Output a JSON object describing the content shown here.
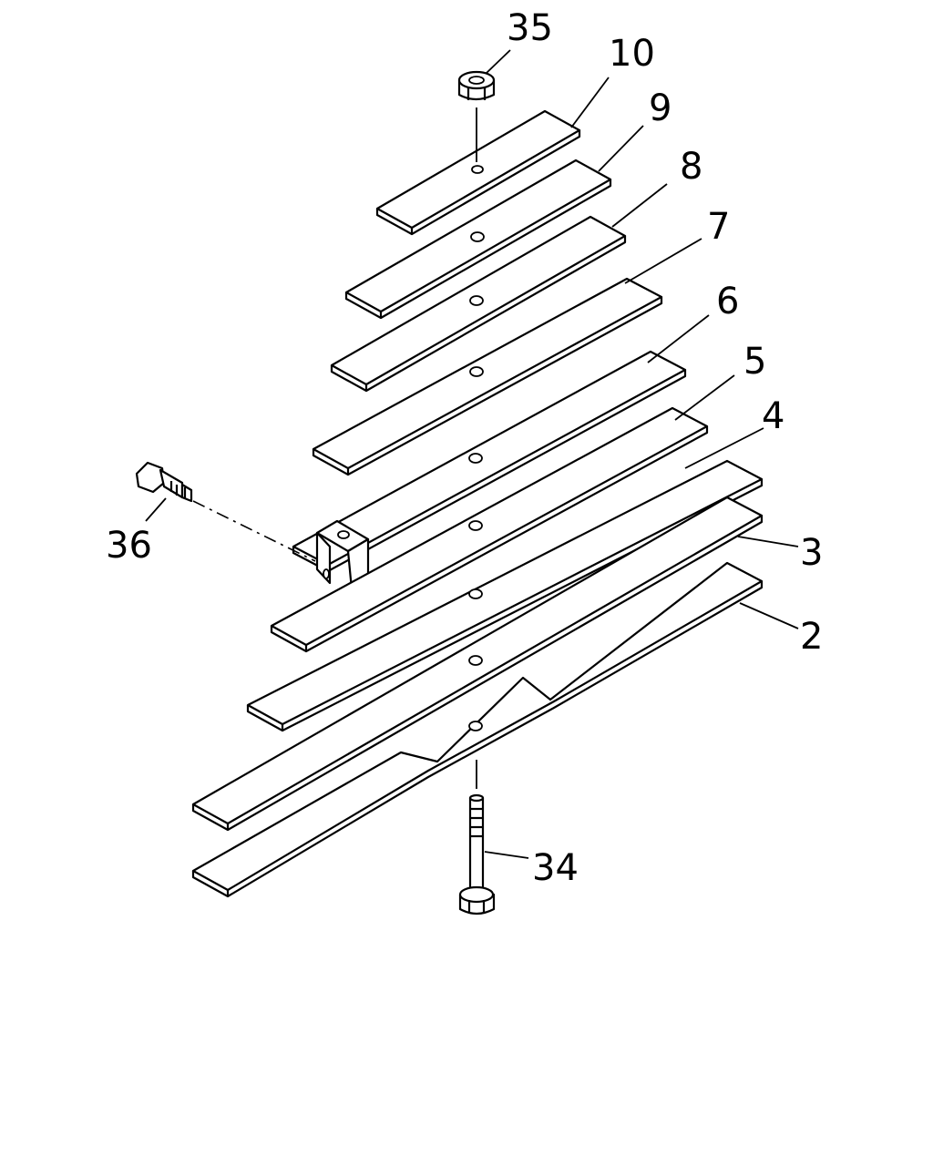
{
  "callouts": {
    "c35": "35",
    "c10": "10",
    "c9": "9",
    "c8": "8",
    "c7": "7",
    "c6": "6",
    "c5": "5",
    "c4": "4",
    "c3": "3",
    "c2": "2",
    "c36": "36",
    "c34": "34"
  }
}
